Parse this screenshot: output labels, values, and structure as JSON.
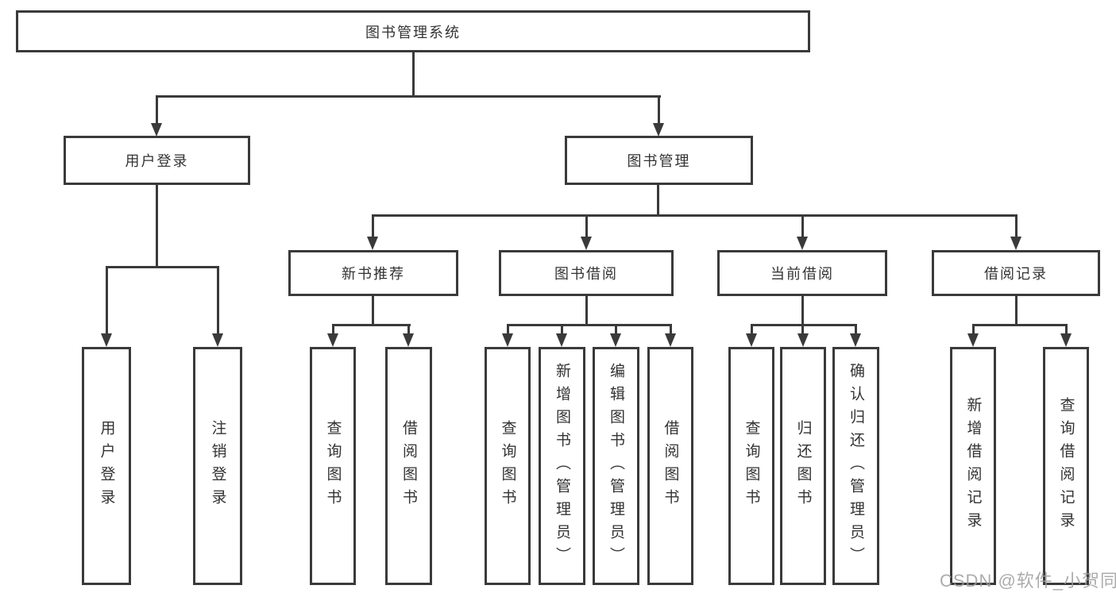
{
  "diagram": {
    "root": {
      "label": "图书管理系统"
    },
    "level2": [
      {
        "label": "用户登录"
      },
      {
        "label": "图书管理"
      }
    ],
    "level3": [
      {
        "label": "新书推荐"
      },
      {
        "label": "图书借阅"
      },
      {
        "label": "当前借阅"
      },
      {
        "label": "借阅记录"
      }
    ],
    "leaves": {
      "user_login": [
        {
          "label": "用户登录"
        },
        {
          "label": "注销登录"
        }
      ],
      "new_books": [
        {
          "label": "查询图书"
        },
        {
          "label": "借阅图书"
        }
      ],
      "book_borrow": [
        {
          "label": "查询图书"
        },
        {
          "label": "新增图书（管理员）"
        },
        {
          "label": "编辑图书（管理员）"
        },
        {
          "label": "借阅图书"
        }
      ],
      "current_borrow": [
        {
          "label": "查询图书"
        },
        {
          "label": "归还图书"
        },
        {
          "label": "确认归还（管理员）"
        }
      ],
      "borrow_records": [
        {
          "label": "新增借阅记录"
        },
        {
          "label": "查询借阅记录"
        }
      ]
    }
  },
  "watermark": "CSDN @软件_小贺同学",
  "colors": {
    "line": "#3a3a3a",
    "text": "#333333",
    "background": "#ffffff",
    "watermark": "#9e9e9e"
  }
}
